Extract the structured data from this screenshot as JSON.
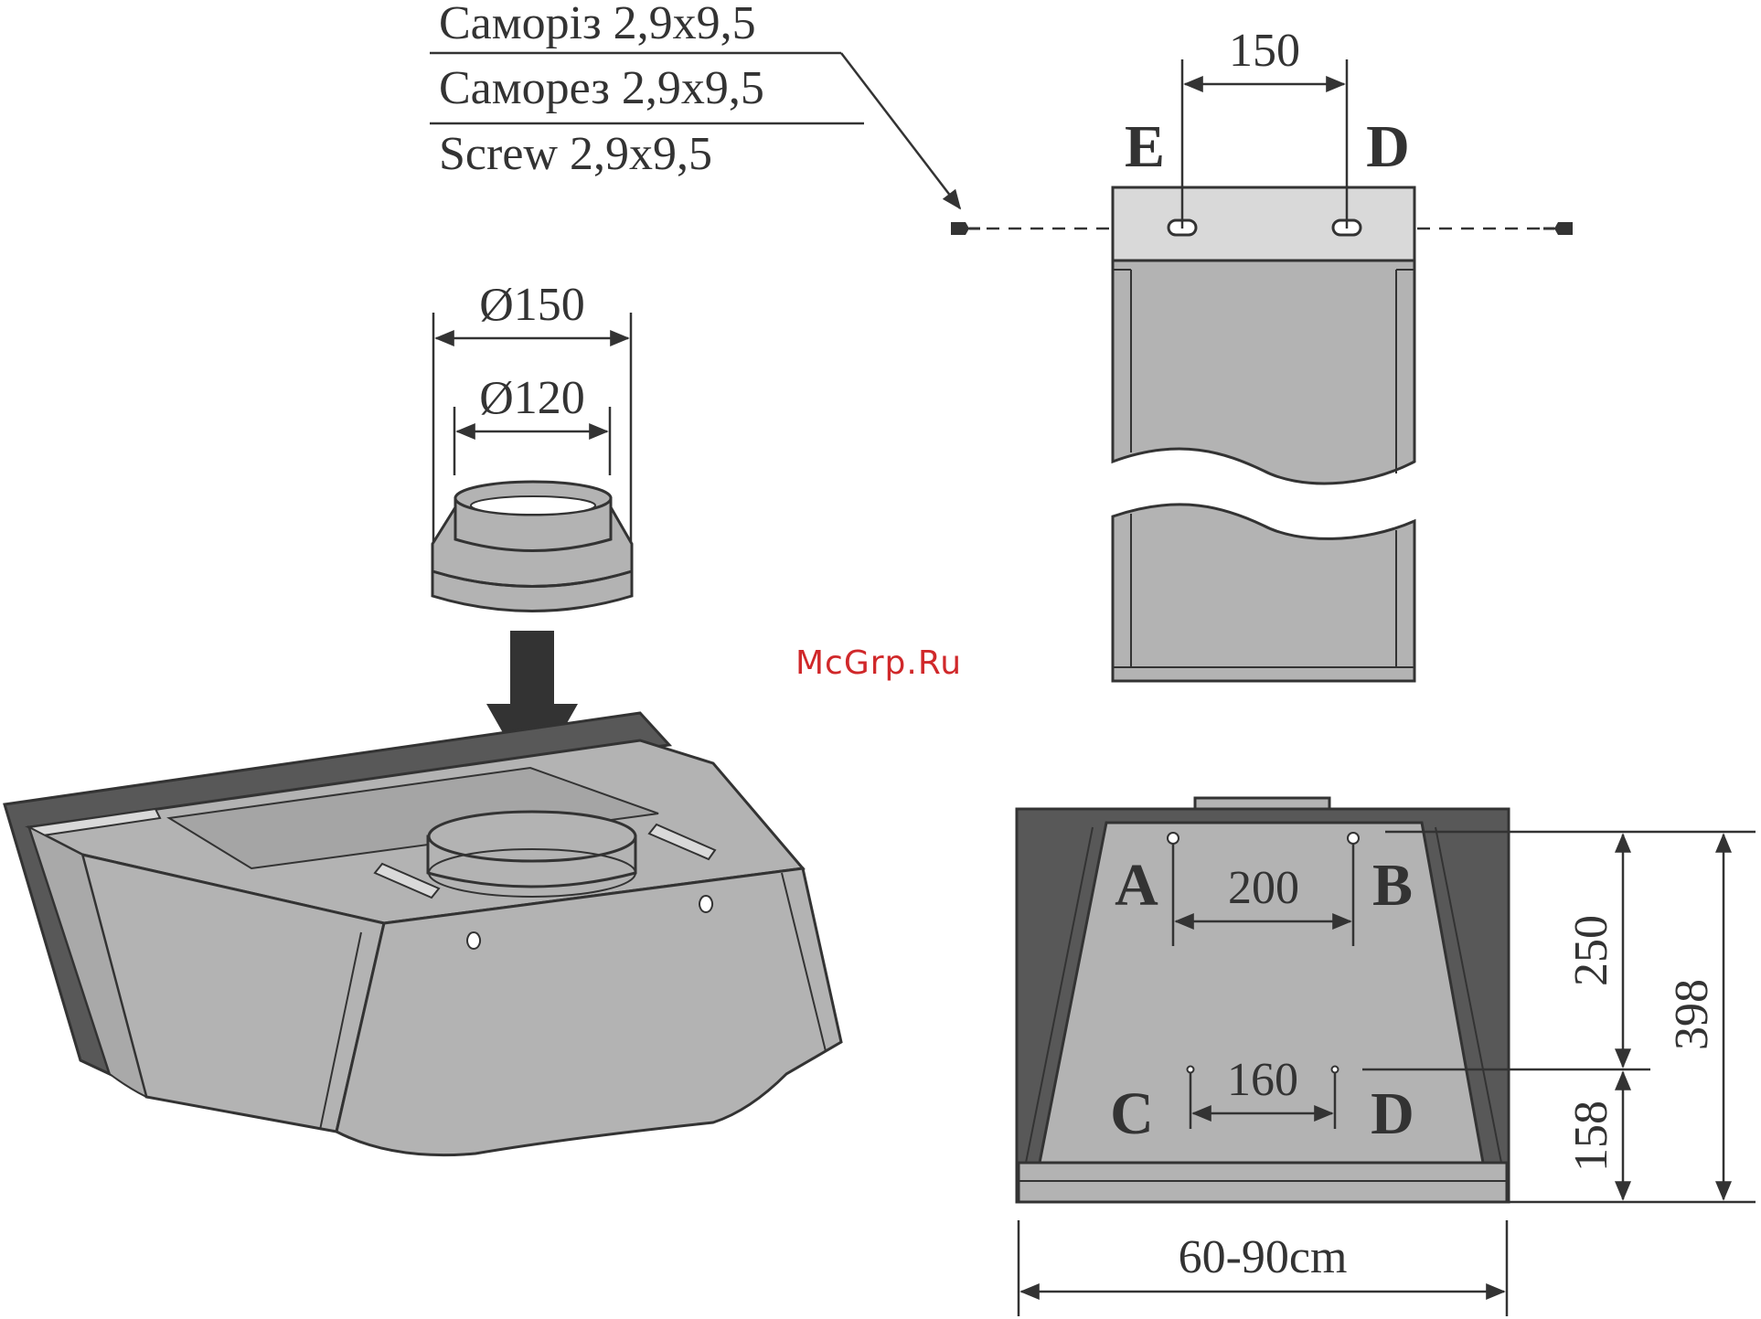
{
  "screw_labels": {
    "ukrainian": "Саморіз 2,9х9,5",
    "russian": "Саморез 2,9х9,5",
    "english": "Screw 2,9x9,5"
  },
  "adapter": {
    "outer_diameter": "Ø150",
    "inner_diameter": "Ø120"
  },
  "chimney_bracket": {
    "spacing": "150",
    "left_point": "E",
    "right_point": "D"
  },
  "hood_front": {
    "top_spacing": "200",
    "top_left": "A",
    "top_right": "B",
    "bottom_spacing": "160",
    "bottom_left": "C",
    "bottom_right": "D",
    "height_upper": "250",
    "height_lower": "158",
    "height_total": "398",
    "width": "60-90cm"
  },
  "watermark": "McGrp.Ru",
  "colors": {
    "body": "#b3b3b3",
    "dark": "#585858",
    "plate": "#d9d9d9",
    "outline": "#333333"
  }
}
